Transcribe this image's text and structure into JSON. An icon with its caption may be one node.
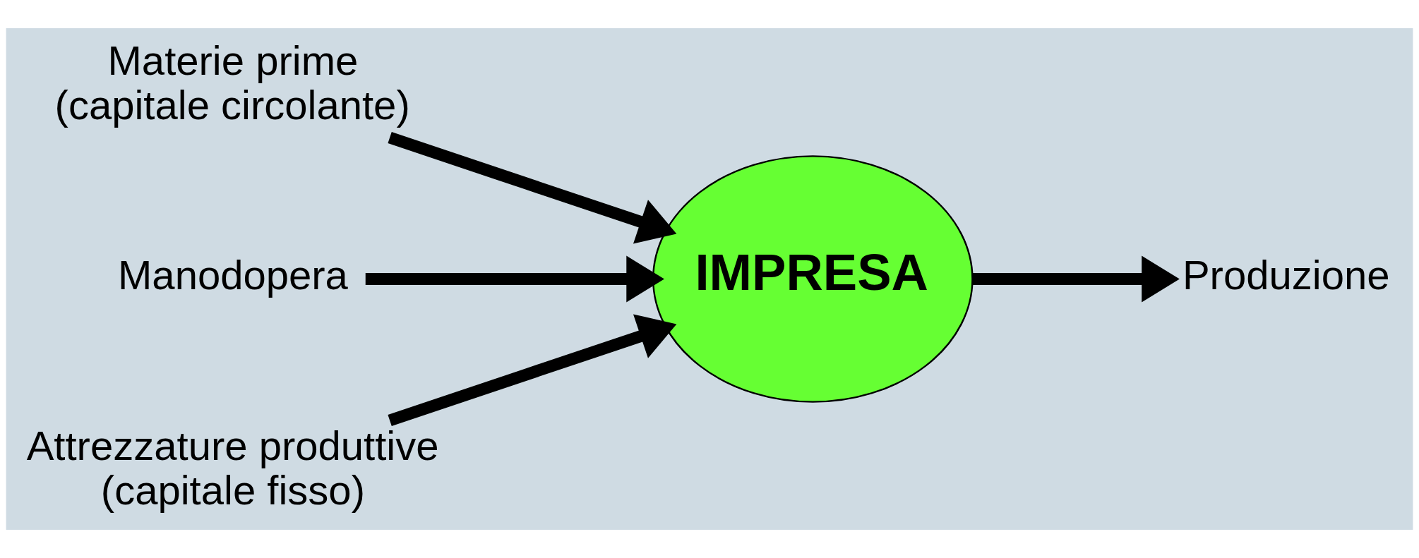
{
  "diagram": {
    "nodes": [
      {
        "text": [
          "Materie prime",
          "(capitale circolante)"
        ]
      },
      {
        "text": [
          "Manodopera"
        ]
      },
      {
        "text": [
          "Attrezzature produttive",
          "(capitale fisso)"
        ]
      },
      {
        "text": [
          "IMPRESA"
        ]
      },
      {
        "text": [
          "Produzione"
        ]
      }
    ],
    "edges": [
      {
        "from": 0,
        "to": 3,
        "arrow": "to"
      },
      {
        "from": 1,
        "to": 3,
        "arrow": "to"
      },
      {
        "from": 2,
        "to": 3,
        "arrow": "to"
      },
      {
        "from": 3,
        "to": 4,
        "arrow": "to"
      }
    ]
  }
}
